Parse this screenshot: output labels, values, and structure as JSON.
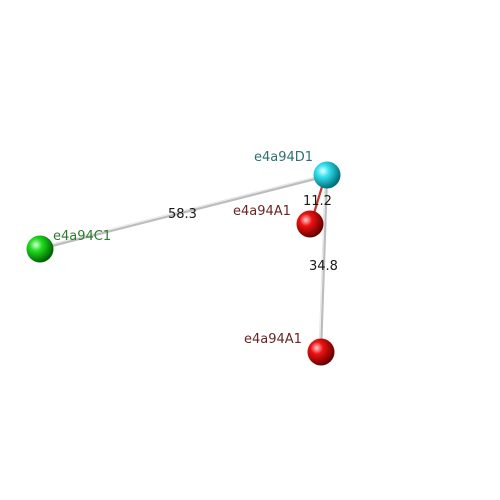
{
  "atoms": [
    {
      "id": "D1",
      "label": "e4a94D1",
      "color": "cyan",
      "label_color": "#2f6f73"
    },
    {
      "id": "C1",
      "label": "e4a94C1",
      "color": "green",
      "label_color": "#2f7a2f"
    },
    {
      "id": "A1a",
      "label": "e4a94A1",
      "color": "red",
      "label_color": "#6b2424"
    },
    {
      "id": "A1b",
      "label": "e4a94A1",
      "color": "red",
      "label_color": "#6b2424"
    }
  ],
  "distances": [
    {
      "from": "D1",
      "to": "C1",
      "value": "58.3"
    },
    {
      "from": "D1",
      "to": "A1a",
      "value": "11.2"
    },
    {
      "from": "D1",
      "to": "A1b",
      "value": "34.8"
    }
  ],
  "colors": {
    "background": "#ffffff",
    "bond_gray": "#c8c8c8",
    "bond_red": "#c0392b"
  }
}
